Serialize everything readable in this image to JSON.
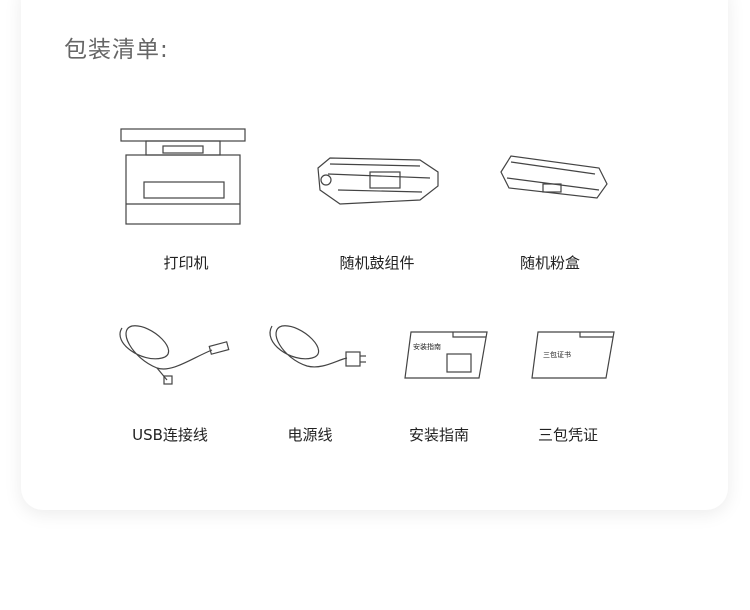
{
  "title": "包装清单:",
  "items": [
    {
      "label": "打印机",
      "icon": "printer-icon"
    },
    {
      "label": "随机鼓组件",
      "icon": "drum-unit-icon"
    },
    {
      "label": "随机粉盒",
      "icon": "toner-cartridge-icon"
    },
    {
      "label": "USB连接线",
      "icon": "usb-cable-icon"
    },
    {
      "label": "电源线",
      "icon": "power-cord-icon"
    },
    {
      "label": "安装指南",
      "icon": "install-guide-icon",
      "cover_text": "安装指南"
    },
    {
      "label": "三包凭证",
      "icon": "warranty-card-icon",
      "cover_text": "三包证书"
    }
  ]
}
